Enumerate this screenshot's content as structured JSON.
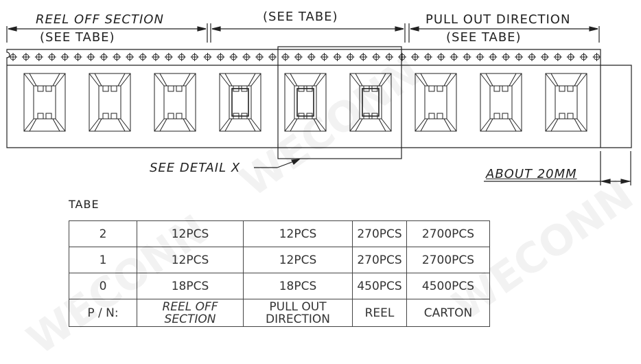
{
  "labels": {
    "reel_off_section": "REEL OFF SECTION",
    "see_tabe_left": "(SEE TABE)",
    "see_tabe_center": "(SEE TABE)",
    "pull_out_direction": "PULL OUT DIRECTION",
    "see_tabe_right": "(SEE TABE)",
    "see_detail": "SEE DETAIL X",
    "about": "ABOUT 20MM",
    "tabe_title": "TABE"
  },
  "table": {
    "rows": [
      [
        "2",
        "12PCS",
        "12PCS",
        "270PCS",
        "2700PCS"
      ],
      [
        "1",
        "12PCS",
        "12PCS",
        "270PCS",
        "2700PCS"
      ],
      [
        "0",
        "18PCS",
        "18PCS",
        "450PCS",
        "4500PCS"
      ]
    ],
    "header": {
      "pn": "P / N:",
      "reel_off_1": "REEL OFF",
      "reel_off_2": "SECTION",
      "pull_out_1": "PULL OUT",
      "pull_out_2": "DIRECTION",
      "reel": "REEL",
      "carton": "CARTON"
    }
  },
  "watermark": "WECONN",
  "colors": {
    "ink": "#222222",
    "paper": "#ffffff"
  }
}
